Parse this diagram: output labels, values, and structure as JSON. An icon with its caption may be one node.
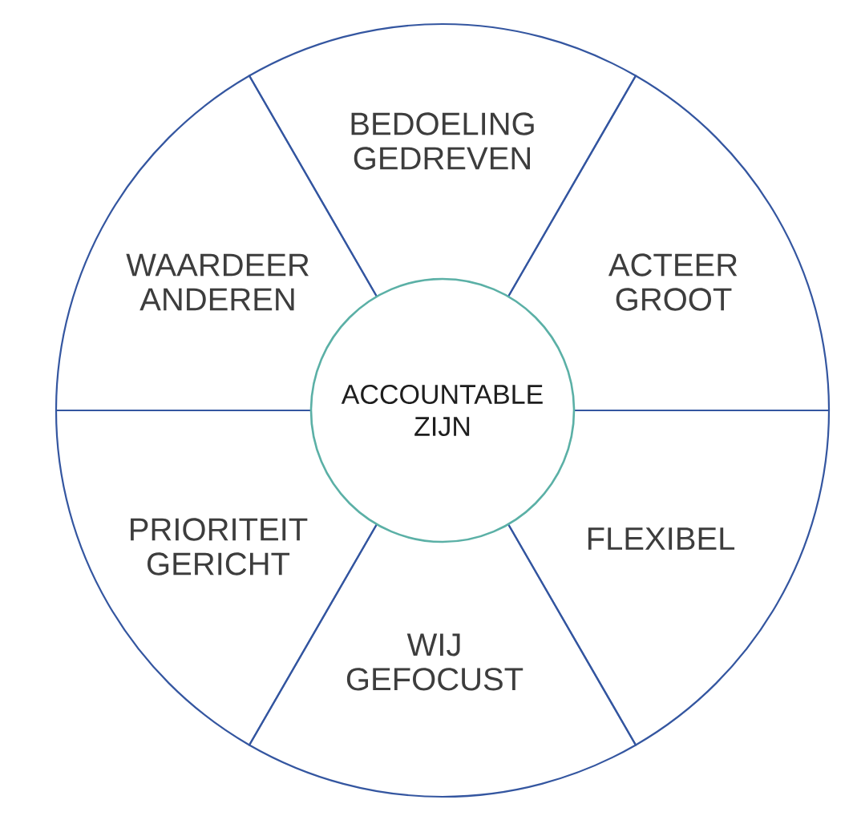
{
  "diagram": {
    "nodes": [
      {
        "text": [
          "ACCOUNTABLE ZIJN"
        ]
      },
      {
        "text": [
          "BEDOELING GEDREVEN"
        ]
      },
      {
        "text": [
          "ACTEER GROOT"
        ]
      },
      {
        "text": [
          "FLEXIBEL"
        ]
      },
      {
        "text": [
          "WIJ GEFOCUST"
        ]
      },
      {
        "text": [
          "PRIORITEIT GERICHT"
        ]
      },
      {
        "text": [
          "WAARDEER ANDEREN"
        ]
      }
    ]
  }
}
